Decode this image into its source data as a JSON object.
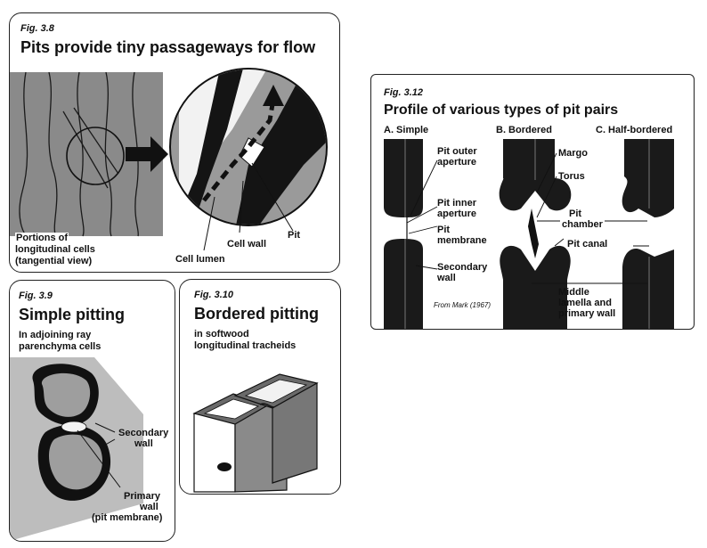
{
  "fig38": {
    "fig": "Fig. 3.8",
    "title": "Pits provide tiny passageways for flow",
    "portions": [
      "Portions of",
      "longitudinal cells",
      "(tangential view)"
    ],
    "pit": "Pit",
    "cell_wall": "Cell wall",
    "cell_lumen": "Cell lumen"
  },
  "fig39": {
    "fig": "Fig. 3.9",
    "title": "Simple pitting",
    "sub": [
      "In adjoining ray",
      "parenchyma cells"
    ],
    "secondary_wall": [
      "Secondary",
      "wall"
    ],
    "primary_wall": [
      "Primary",
      "wall",
      "(pit membrane)"
    ]
  },
  "fig310": {
    "fig": "Fig. 3.10",
    "title": "Bordered pitting",
    "sub": [
      "in softwood",
      "longitudinal tracheids"
    ]
  },
  "fig312": {
    "fig": "Fig. 3.12",
    "title": "Profile of various types of pit pairs",
    "col_a": "A. Simple",
    "col_b": "B. Bordered",
    "col_c": "C. Half-bordered",
    "pit_outer": [
      "Pit outer",
      "aperture"
    ],
    "pit_inner": [
      "Pit inner",
      "aperture"
    ],
    "pit_membrane": [
      "Pit",
      "membrane"
    ],
    "secondary_wall": [
      "Secondary",
      "wall"
    ],
    "margo": "Margo",
    "torus": "Torus",
    "pit_chamber": [
      "Pit",
      "chamber"
    ],
    "pit_canal": "Pit canal",
    "middle_lamella": [
      "Middle",
      "lamella and",
      "primary wall"
    ],
    "credit": "From Mark (1967)"
  }
}
